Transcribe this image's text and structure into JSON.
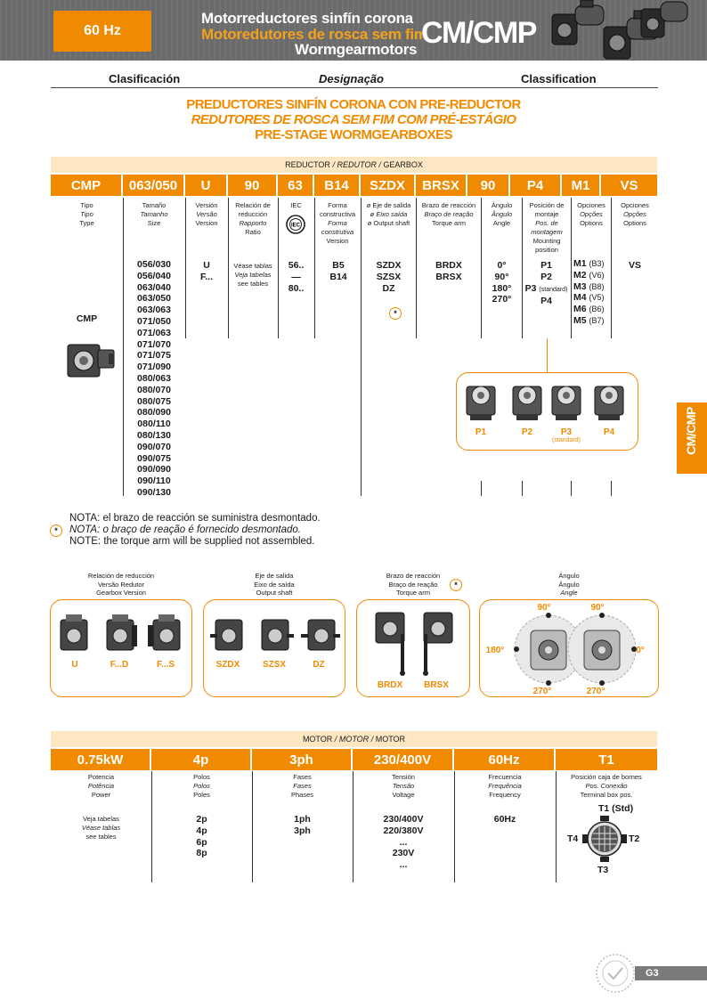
{
  "header": {
    "freq": "60 Hz",
    "line_es": "Motorreductores sinfín corona",
    "line_pt": "Motoredutores de rosca sem fim",
    "line_en": "Wormgearmotors",
    "model": "CM/CMP"
  },
  "classification": {
    "es": "Clasificación",
    "pt": "Designação",
    "en": "Classification"
  },
  "title": {
    "es": "PREDUCTORES SINFÍN CORONA CON PRE-REDUCTOR",
    "pt": "REDUTORES DE ROSCA SEM FIM COM PRÉ-ESTÁGIO",
    "en": "PRE-STAGE WORMGEARBOXES"
  },
  "reducer": {
    "band": {
      "es": "REDUCTOR",
      "pt": "REDUTOR",
      "en": "GEARBOX",
      "sep": "/"
    },
    "codes": [
      "CMP",
      "063/050",
      "U",
      "90",
      "63",
      "B14",
      "SZDX",
      "BRSX",
      "90",
      "P4",
      "M1",
      "VS"
    ],
    "labels": [
      {
        "es": "Tipo",
        "pt": "Tipo",
        "en": "Type"
      },
      {
        "es": "Tamaño",
        "pt": "Tamanho",
        "en": "Size"
      },
      {
        "es": "Versión",
        "pt": "Versão",
        "en": "Version"
      },
      {
        "es": "Relación de reducción",
        "pt": "Rapporto",
        "en": "Ratio"
      },
      {
        "es": "IEC",
        "pt": "",
        "en": ""
      },
      {
        "es": "Forma constructiva",
        "pt": "Forma construtiva",
        "en": "Version"
      },
      {
        "es": "ø Eje de salida",
        "pt": "ø Eixo saída",
        "en": "ø Output shaft"
      },
      {
        "es": "Brazo de reacción",
        "pt": "Braço de reação",
        "en": "Torque arm"
      },
      {
        "es": "Ángulo",
        "pt": "Ângulo",
        "en": "Angle"
      },
      {
        "es": "Posición de montaje",
        "pt": "Pos. de montagem",
        "en": "Mounting position"
      },
      {
        "es": "Opciones",
        "pt": "Opções",
        "en": "Options"
      },
      {
        "es": "Opciones",
        "pt": "Opções",
        "en": "Options"
      }
    ],
    "type_value": "CMP",
    "sizes": [
      "056/030",
      "056/040",
      "063/040",
      "063/050",
      "063/063",
      "071/050",
      "071/063",
      "071/070",
      "071/075",
      "071/090",
      "080/063",
      "080/070",
      "080/075",
      "080/090",
      "080/110",
      "080/130",
      "090/070",
      "090/075",
      "090/090",
      "090/110",
      "090/130"
    ],
    "versions": [
      "U",
      "F..."
    ],
    "ratio_note": {
      "es": "Véase tablas",
      "pt": "Veja tabelas",
      "en": "see tables"
    },
    "iec": [
      "56..",
      "—",
      "80.."
    ],
    "forms": [
      "B5",
      "B14"
    ],
    "shafts": [
      "SZDX",
      "SZSX",
      "DZ"
    ],
    "arms": [
      "BRDX",
      "BRSX"
    ],
    "angles": [
      "0°",
      "90°",
      "180°",
      "270°"
    ],
    "positions": [
      "P1",
      "P2",
      "P3",
      "P4"
    ],
    "standard_tag": "(standard)",
    "mounts": [
      {
        "code": "M1",
        "pos": "(B3)"
      },
      {
        "code": "M2",
        "pos": "(V6)"
      },
      {
        "code": "M3",
        "pos": "(B8)"
      },
      {
        "code": "M4",
        "pos": "(V5)"
      },
      {
        "code": "M6",
        "pos": "(B6)"
      },
      {
        "code": "M5",
        "pos": "(B7)"
      }
    ],
    "options": [
      "VS"
    ],
    "star": "*",
    "pos_labels": [
      "P1",
      "P2",
      "P3",
      "P4"
    ],
    "pos_standard": "(standard)"
  },
  "notes": {
    "es": "NOTA: el brazo de reacción se suministra desmontado.",
    "pt": "NOTA: o braço de reação é fornecido desmontado.",
    "en": "NOTE: the torque arm will be supplied not assembled."
  },
  "options_diagrams": {
    "ratio": {
      "es": "Relación de reducción",
      "pt": "Versão Redutor",
      "en": "Gearbox Version",
      "labels": [
        "U",
        "F...D",
        "F...S"
      ]
    },
    "shaft": {
      "es": "Eje de salida",
      "pt": "Eixo de saída",
      "en": "Output shaft",
      "labels": [
        "SZDX",
        "SZSX",
        "DZ"
      ]
    },
    "arm": {
      "es": "Brazo de reacción",
      "pt": "Braço de reação",
      "en": "Torque arm",
      "labels": [
        "BRDX",
        "BRSX"
      ]
    },
    "angle": {
      "es": "Ángulo",
      "pt": "Ângulo",
      "en": "Angle",
      "labels": [
        "90°",
        "90°",
        "180°",
        "0°",
        "270°",
        "270°"
      ]
    }
  },
  "motor": {
    "band": {
      "es": "MOTOR",
      "pt": "MOTOR",
      "en": "MOTOR",
      "sep": "/"
    },
    "codes": [
      "0.75kW",
      "4p",
      "3ph",
      "230/400V",
      "60Hz",
      "T1"
    ],
    "labels": [
      {
        "es": "Potencia",
        "pt": "Potência",
        "en": "Power"
      },
      {
        "es": "Polos",
        "pt": "Polos",
        "en": "Poles"
      },
      {
        "es": "Fases",
        "pt": "Fases",
        "en": "Phases"
      },
      {
        "es": "Tensión",
        "pt": "Tensão",
        "en": "Voltage"
      },
      {
        "es": "Frecuencia",
        "pt": "Frequência",
        "en": "Frequency"
      },
      {
        "es": "Posición caja de bornes",
        "pt": "Pos. Conexão",
        "en": "Terminal box pos."
      }
    ],
    "power_note": {
      "pt": "Veja tabelas",
      "es": "Véase tablas",
      "en": "see tables"
    },
    "poles": [
      "2p",
      "4p",
      "6p",
      "8p"
    ],
    "phases": [
      "1ph",
      "3ph"
    ],
    "voltages": [
      "230/400V",
      "220/380V",
      "...",
      "230V",
      "..."
    ],
    "freqs": [
      "60Hz"
    ],
    "terminal": {
      "t1": "T1 (Std)",
      "t2": "T2",
      "t3": "T3",
      "t4": "T4"
    }
  },
  "side_tab": "CM/CMP",
  "page": "G3",
  "colors": {
    "orange": "#f08a00",
    "band": "#fde7c2",
    "grey": "#6b6b6b"
  }
}
